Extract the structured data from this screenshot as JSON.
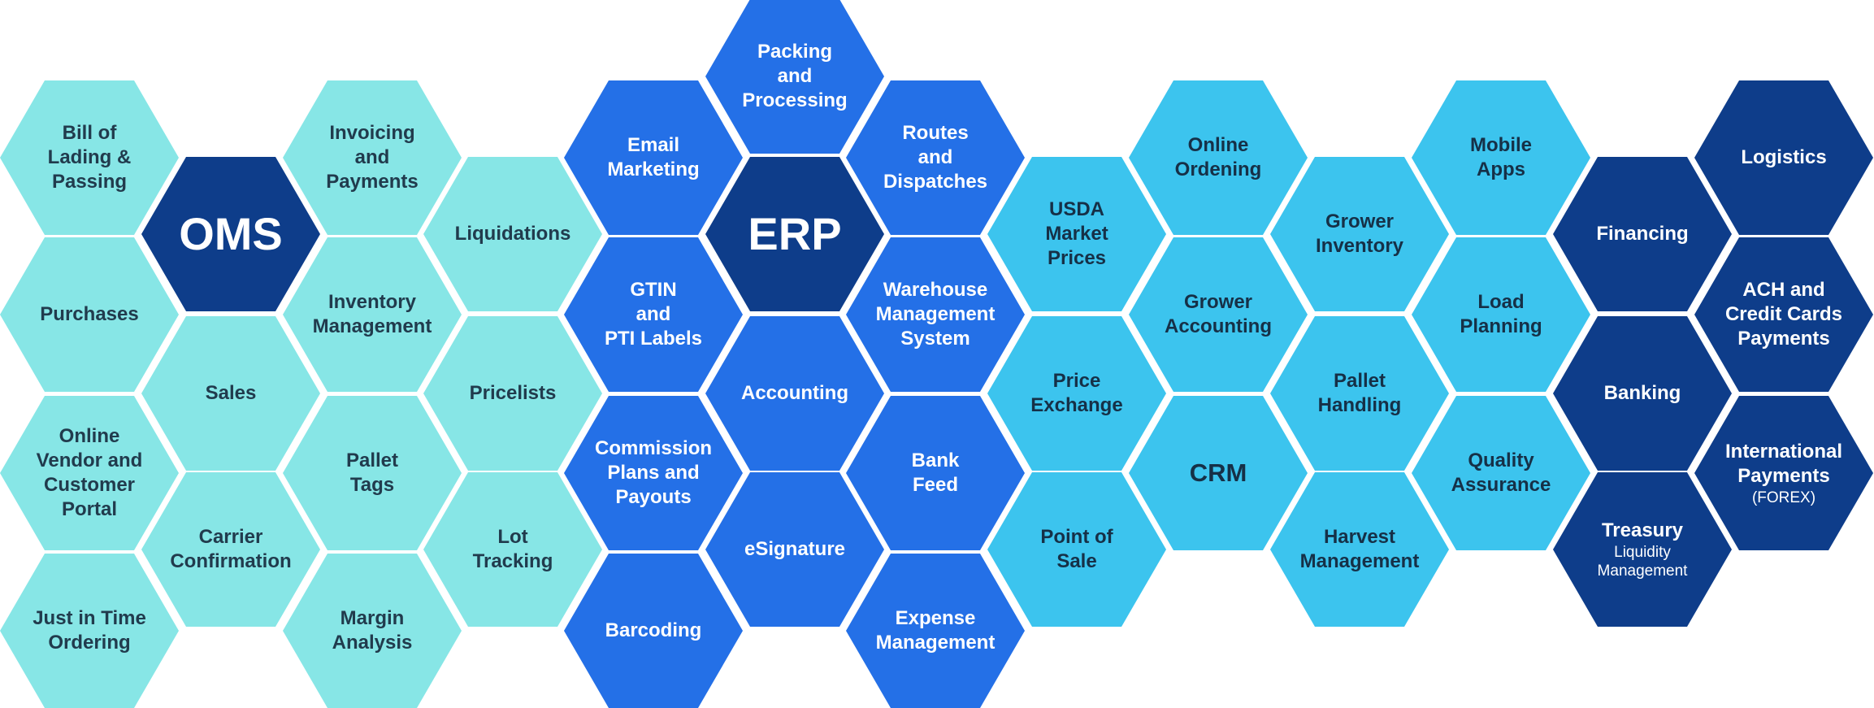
{
  "colors": {
    "light": "#87E6E6",
    "cyan": "#3CC4EE",
    "blue": "#2470E7",
    "navy": "#0E3D8A"
  },
  "hexes": [
    {
      "id": "bill-of-lading",
      "lines": [
        "Bill of",
        "Lading &",
        "Passing"
      ],
      "tone": "light"
    },
    {
      "id": "purchases",
      "lines": [
        "Purchases"
      ],
      "tone": "light"
    },
    {
      "id": "online-vendor-portal",
      "lines": [
        "Online",
        "Vendor and",
        "Customer",
        "Portal"
      ],
      "tone": "light"
    },
    {
      "id": "just-in-time-ordering",
      "lines": [
        "Just in Time",
        "Ordering"
      ],
      "tone": "light"
    },
    {
      "id": "oms",
      "lines": [
        "OMS"
      ],
      "tone": "navy",
      "size": "big"
    },
    {
      "id": "sales",
      "lines": [
        "Sales"
      ],
      "tone": "light"
    },
    {
      "id": "carrier-confirmation",
      "lines": [
        "Carrier",
        "Confirmation"
      ],
      "tone": "light"
    },
    {
      "id": "invoicing-payments",
      "lines": [
        "Invoicing",
        "and",
        "Payments"
      ],
      "tone": "light"
    },
    {
      "id": "inventory-management",
      "lines": [
        "Inventory",
        "Management"
      ],
      "tone": "light"
    },
    {
      "id": "pallet-tags",
      "lines": [
        "Pallet",
        "Tags"
      ],
      "tone": "light"
    },
    {
      "id": "margin-analysis",
      "lines": [
        "Margin",
        "Analysis"
      ],
      "tone": "light"
    },
    {
      "id": "liquidations",
      "lines": [
        "Liquidations"
      ],
      "tone": "light"
    },
    {
      "id": "pricelists",
      "lines": [
        "Pricelists"
      ],
      "tone": "light"
    },
    {
      "id": "lot-tracking",
      "lines": [
        "Lot",
        "Tracking"
      ],
      "tone": "light"
    },
    {
      "id": "email-marketing",
      "lines": [
        "Email",
        "Marketing"
      ],
      "tone": "blue"
    },
    {
      "id": "gtin-pti-labels",
      "lines": [
        "GTIN",
        "and",
        "PTI Labels"
      ],
      "tone": "blue"
    },
    {
      "id": "commission-plans",
      "lines": [
        "Commission",
        "Plans and",
        "Payouts"
      ],
      "tone": "blue"
    },
    {
      "id": "barcoding",
      "lines": [
        "Barcoding"
      ],
      "tone": "blue"
    },
    {
      "id": "packing-processing",
      "lines": [
        "Packing",
        "and",
        "Processing"
      ],
      "tone": "blue"
    },
    {
      "id": "erp",
      "lines": [
        "ERP"
      ],
      "tone": "navy",
      "size": "big"
    },
    {
      "id": "accounting",
      "lines": [
        "Accounting"
      ],
      "tone": "blue"
    },
    {
      "id": "esignature",
      "lines": [
        "eSignature"
      ],
      "tone": "blue"
    },
    {
      "id": "routes-dispatches",
      "lines": [
        "Routes",
        "and",
        "Dispatches"
      ],
      "tone": "blue"
    },
    {
      "id": "warehouse-management",
      "lines": [
        "Warehouse",
        "Management",
        "System"
      ],
      "tone": "blue"
    },
    {
      "id": "bank-feed",
      "lines": [
        "Bank",
        "Feed"
      ],
      "tone": "blue"
    },
    {
      "id": "expense-management",
      "lines": [
        "Expense",
        "Management"
      ],
      "tone": "blue"
    },
    {
      "id": "usda-market-prices",
      "lines": [
        "USDA",
        "Market",
        "Prices"
      ],
      "tone": "cyan"
    },
    {
      "id": "price-exchange",
      "lines": [
        "Price",
        "Exchange"
      ],
      "tone": "cyan"
    },
    {
      "id": "point-of-sale",
      "lines": [
        "Point of",
        "Sale"
      ],
      "tone": "cyan"
    },
    {
      "id": "online-ordering",
      "lines": [
        "Online",
        "Ordening"
      ],
      "tone": "cyan"
    },
    {
      "id": "grower-accounting",
      "lines": [
        "Grower",
        "Accounting"
      ],
      "tone": "cyan"
    },
    {
      "id": "crm",
      "lines": [
        "CRM"
      ],
      "tone": "cyan",
      "size": "mid"
    },
    {
      "id": "grower-inventory",
      "lines": [
        "Grower",
        "Inventory"
      ],
      "tone": "cyan"
    },
    {
      "id": "pallet-handling",
      "lines": [
        "Pallet",
        "Handling"
      ],
      "tone": "cyan"
    },
    {
      "id": "harvest-management",
      "lines": [
        "Harvest",
        "Management"
      ],
      "tone": "cyan"
    },
    {
      "id": "mobile-apps",
      "lines": [
        "Mobile",
        "Apps"
      ],
      "tone": "cyan"
    },
    {
      "id": "load-planning",
      "lines": [
        "Load",
        "Planning"
      ],
      "tone": "cyan"
    },
    {
      "id": "quality-assurance",
      "lines": [
        "Quality",
        "Assurance"
      ],
      "tone": "cyan"
    },
    {
      "id": "financing",
      "lines": [
        "Financing"
      ],
      "tone": "navy"
    },
    {
      "id": "banking",
      "lines": [
        "Banking"
      ],
      "tone": "navy"
    },
    {
      "id": "treasury",
      "lines": [
        "Treasury"
      ],
      "sub": [
        "Liquidity",
        "Management"
      ],
      "tone": "navy"
    },
    {
      "id": "logistics",
      "lines": [
        "Logistics"
      ],
      "tone": "navy"
    },
    {
      "id": "ach-credit-cards",
      "lines": [
        "ACH and",
        "Credit Cards",
        "Payments"
      ],
      "tone": "navy"
    },
    {
      "id": "international-payments",
      "lines": [
        "International",
        "Payments"
      ],
      "sub": [
        "(FOREX)"
      ],
      "tone": "navy"
    }
  ]
}
